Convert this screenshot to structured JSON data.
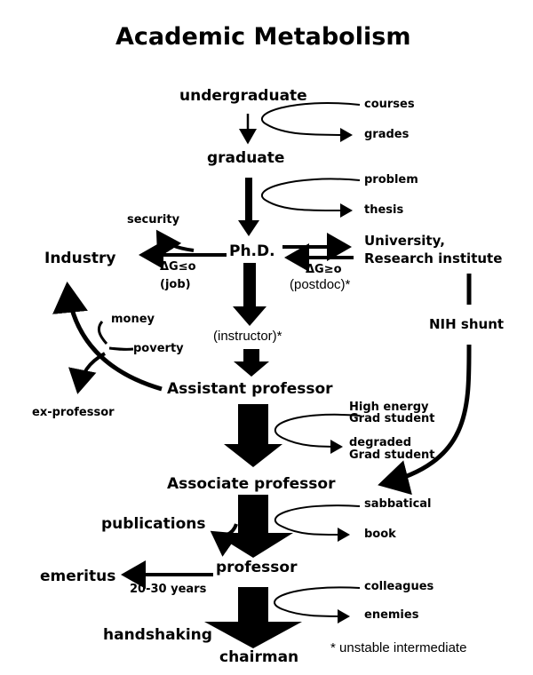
{
  "title": "Academic Metabolism",
  "stages": {
    "undergraduate": "undergraduate",
    "graduate": "graduate",
    "phd": "Ph.D.",
    "instructor": "(instructor)*",
    "assistant": "Assistant professor",
    "associate": "Associate professor",
    "professor": "professor",
    "chairman": "chairman"
  },
  "side": {
    "courses": "courses",
    "grades": "grades",
    "problem": "problem",
    "thesis": "thesis",
    "security": "security",
    "industry": "Industry",
    "dg_job": "ΔG≤o",
    "job": "(job)",
    "university": "University,",
    "research_institute": "Research institute",
    "dg_postdoc": "ΔG≥o",
    "postdoc": "(postdoc)*",
    "money": "money",
    "poverty": "poverty",
    "ex_professor": "ex-professor",
    "nih_shunt": "NIH shunt",
    "high_energy_1": "High energy",
    "high_energy_2": "Grad student",
    "degraded_1": "degraded",
    "degraded_2": "Grad student",
    "publications": "publications",
    "sabbatical": "sabbatical",
    "book": "book",
    "emeritus": "emeritus",
    "years": "20-30 years",
    "colleagues": "colleagues",
    "enemies": "enemies",
    "handshaking": "handshaking",
    "footnote": "* unstable intermediate"
  },
  "colors": {
    "ink": "#000000",
    "paper": "#ffffff"
  }
}
